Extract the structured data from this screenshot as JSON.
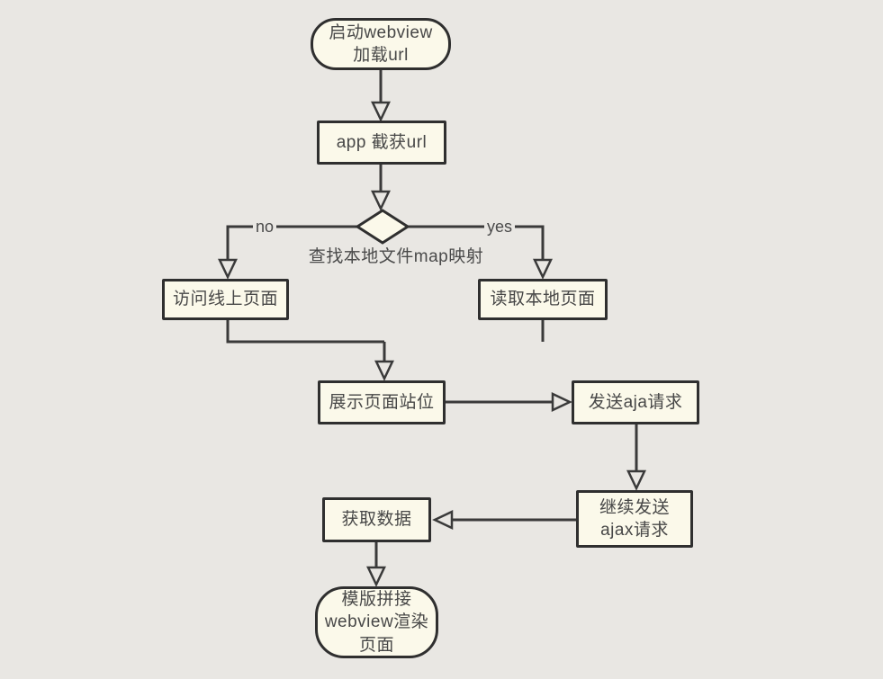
{
  "page": {
    "background_color": "#e9e7e3",
    "node_fill_color": "#fbf9ea",
    "stroke_color": "#333333",
    "text_color": "#474747"
  },
  "nodes": {
    "start": {
      "lines": [
        "启动webview",
        "加载url"
      ]
    },
    "intercept": {
      "label": "app 截获url"
    },
    "decision": {
      "label": "查找本地文件map映射",
      "branch_no": "no",
      "branch_yes": "yes"
    },
    "online": {
      "label": "访问线上页面"
    },
    "local": {
      "label": "读取本地页面"
    },
    "placeholder": {
      "label": "展示页面站位"
    },
    "send_ajax": {
      "label": "发送aja请求"
    },
    "continue_ajax": {
      "lines": [
        "继续发送",
        "ajax请求"
      ]
    },
    "fetch_data": {
      "label": "获取数据"
    },
    "render": {
      "lines": [
        "模版拼接",
        "webview渲染",
        "页面"
      ]
    }
  }
}
